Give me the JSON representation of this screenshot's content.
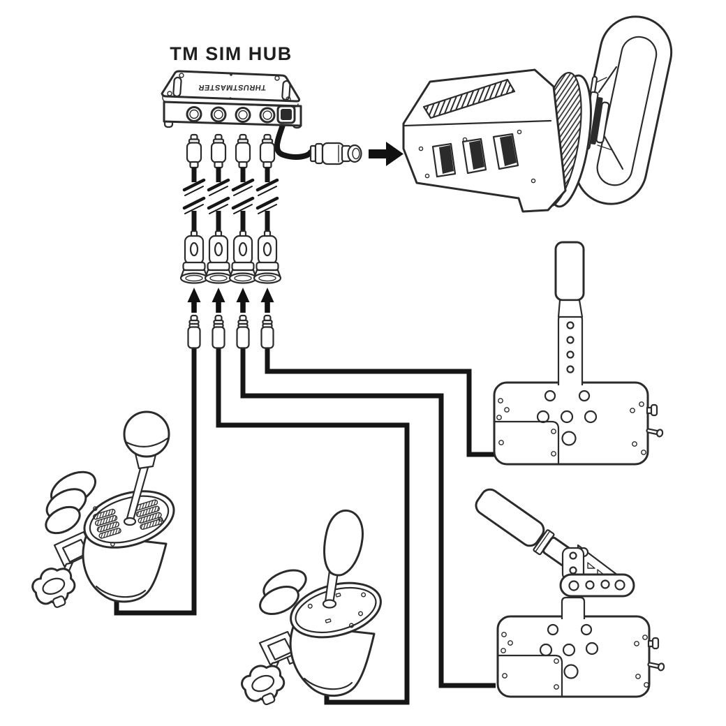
{
  "labels": {
    "hub_title": "TM SIM HUB",
    "hub_brand": "THRUSTMASTER"
  },
  "colors": {
    "line": "#2b2b2b",
    "cable": "#161616",
    "arrow": "#111111",
    "background": "#ffffff",
    "text": "#1f1f1f"
  },
  "hub": {
    "port_count": 4,
    "extension_cable_count": 4,
    "device_plug_count": 4
  },
  "icons": {
    "right_arrow": "right-arrow-icon",
    "up_arrow": "up-arrow-icon"
  }
}
